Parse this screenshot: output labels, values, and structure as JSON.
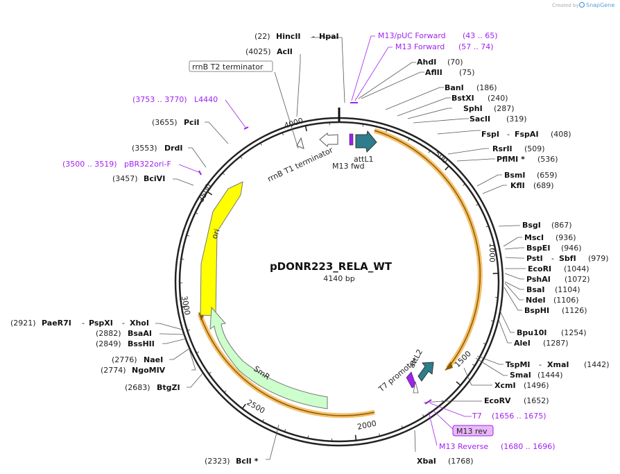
{
  "watermark": {
    "prefix": "Created by",
    "brand": "SnapGene"
  },
  "plasmid": {
    "name": "pDONR223_RELA_WT",
    "length_label": "4140 bp"
  },
  "colors": {
    "primer": "#a020f0",
    "ring": "#222222",
    "ori": "#ffff00",
    "smr": "#ccffcc",
    "attl": "#2e7d8c",
    "orange": "#f5c06b",
    "misc": "#ffffff"
  },
  "ticks": [
    "500",
    "1000",
    "1500",
    "2000",
    "2500",
    "3000",
    "3500",
    "4000"
  ],
  "enzymes": [
    {
      "pos": "(22)",
      "name": "HincII",
      "name2": "HpaI"
    },
    {
      "pos": "(4025)",
      "name": "AclI"
    },
    {
      "name": "AhdI",
      "pos": "(70)"
    },
    {
      "name": "AflII",
      "pos": "(75)"
    },
    {
      "name": "BanI",
      "pos": "(186)"
    },
    {
      "name": "BstXI",
      "pos": "(240)"
    },
    {
      "name": "SphI",
      "pos": "(287)"
    },
    {
      "name": "SacII",
      "pos": "(319)"
    },
    {
      "name": "FspI",
      "name2": "FspAI",
      "pos": "(408)"
    },
    {
      "name": "RsrII",
      "pos": "(509)"
    },
    {
      "name": "PflMI *",
      "pos": "(536)"
    },
    {
      "name": "BsmI",
      "pos": "(659)"
    },
    {
      "name": "KflI",
      "pos": "(689)"
    },
    {
      "name": "BsgI",
      "pos": "(867)"
    },
    {
      "name": "MscI",
      "pos": "(936)"
    },
    {
      "name": "BspEI",
      "pos": "(946)"
    },
    {
      "name": "PstI",
      "name2": "SbfI",
      "pos": "(979)"
    },
    {
      "name": "EcoRI",
      "pos": "(1044)"
    },
    {
      "name": "PshAI",
      "pos": "(1072)"
    },
    {
      "name": "BsaI",
      "pos": "(1104)"
    },
    {
      "name": "NdeI",
      "pos": "(1106)"
    },
    {
      "name": "BspHI",
      "pos": "(1126)"
    },
    {
      "name": "Bpu10I",
      "pos": "(1254)"
    },
    {
      "name": "AleI",
      "pos": "(1287)"
    },
    {
      "name": "TspMI",
      "name2": "XmaI",
      "pos": "(1442)"
    },
    {
      "name": "SmaI",
      "pos": "(1444)"
    },
    {
      "name": "XcmI",
      "pos": "(1496)"
    },
    {
      "name": "EcoRV",
      "pos": "(1652)"
    },
    {
      "name": "XbaI",
      "pos": "(1768)"
    },
    {
      "pos": "(2323)",
      "name": "BclI *"
    },
    {
      "pos": "(2683)",
      "name": "BtgZI"
    },
    {
      "pos": "(2774)",
      "name": "NgoMIV"
    },
    {
      "pos": "(2776)",
      "name": "NaeI"
    },
    {
      "pos": "(2849)",
      "name": "BssHII"
    },
    {
      "pos": "(2882)",
      "name": "BsaAI"
    },
    {
      "pos": "(2921)",
      "name": "PaeR7I",
      "name2": "PspXI",
      "name3": "XhoI"
    },
    {
      "pos": "(3457)",
      "name": "BciVI"
    },
    {
      "pos": "(3553)",
      "name": "DrdI"
    },
    {
      "pos": "(3655)",
      "name": "PciI"
    }
  ],
  "primers": [
    {
      "name": "M13/pUC Forward",
      "range": "(43 .. 65)"
    },
    {
      "name": "M13 Forward",
      "range": "(57 .. 74)"
    },
    {
      "name": "L4440",
      "range": "(3753 .. 3770)"
    },
    {
      "name": "pBR322ori-F",
      "range": "(3500 .. 3519)"
    },
    {
      "name": "T7",
      "range": "(1656 .. 1675)"
    },
    {
      "name": "M13 rev"
    },
    {
      "name": "M13 Reverse",
      "range": "(1680 .. 1696)"
    }
  ],
  "features": {
    "rrnb_t2": "rrnB T2 terminator",
    "rrnb_t1": "rrnB T1 terminator",
    "m13_fwd": "M13 fwd",
    "attl1": "attL1",
    "ori": "ori",
    "smr": "SmR",
    "t7_promoter": "T7 promoter",
    "attl2": "attL2"
  }
}
